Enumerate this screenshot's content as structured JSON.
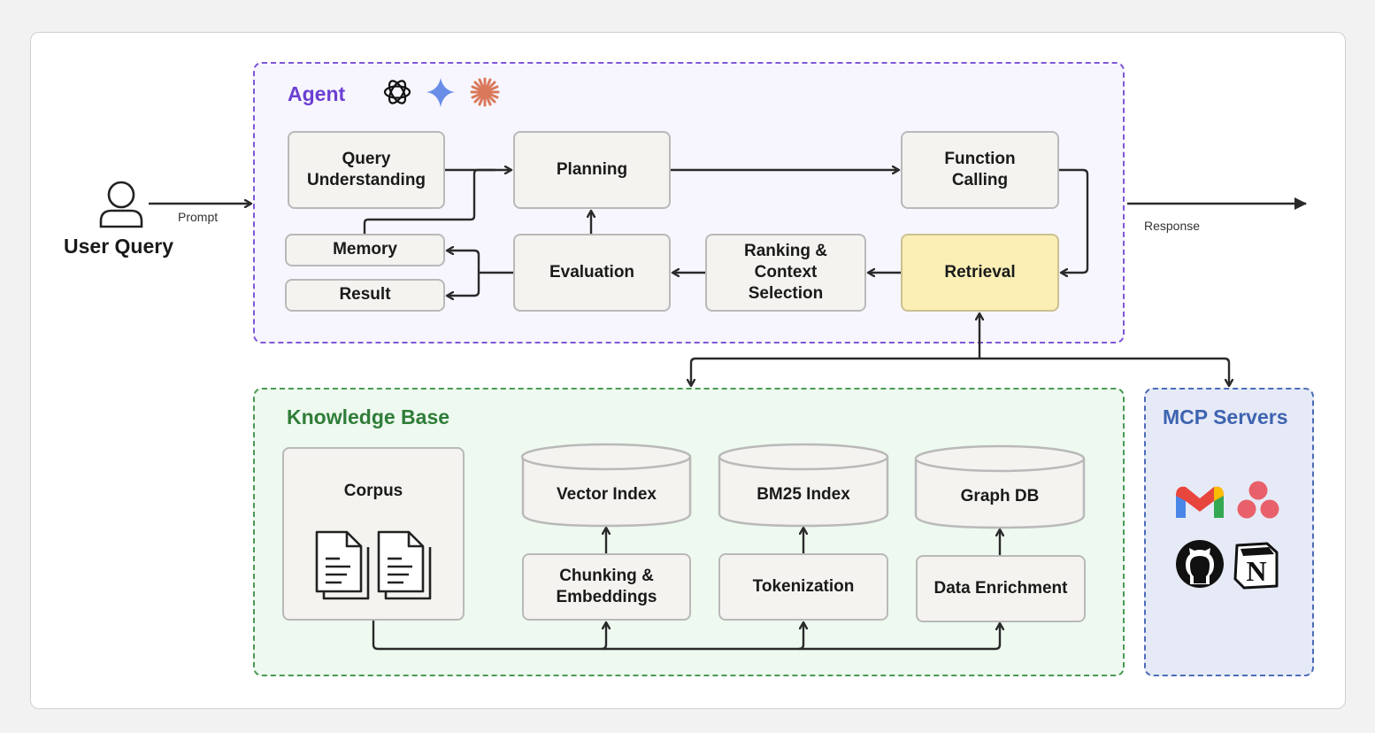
{
  "user": {
    "label": "User Query",
    "prompt": "Prompt",
    "response": "Response"
  },
  "agent": {
    "title": "Agent",
    "query_understanding": "Query\nUnderstanding",
    "planning": "Planning",
    "function_calling": "Function\nCalling",
    "memory": "Memory",
    "result": "Result",
    "evaluation": "Evaluation",
    "ranking": "Ranking &\nContext\nSelection",
    "retrieval": "Retrieval"
  },
  "knowledge_base": {
    "title": "Knowledge Base",
    "corpus": "Corpus",
    "vector_index": "Vector Index",
    "bm25_index": "BM25 Index",
    "graph_db": "Graph DB",
    "chunking": "Chunking &\nEmbeddings",
    "tokenization": "Tokenization",
    "data_enrichment": "Data Enrichment"
  },
  "mcp": {
    "title": "MCP Servers",
    "icons": [
      "gmail-icon",
      "asana-icon",
      "github-icon",
      "notion-icon"
    ]
  },
  "colors": {
    "agent": "#6b3fd3",
    "knowledge_base": "#2f7d38",
    "mcp": "#3d63b0",
    "retrieval_fill": "#fbefb6"
  }
}
